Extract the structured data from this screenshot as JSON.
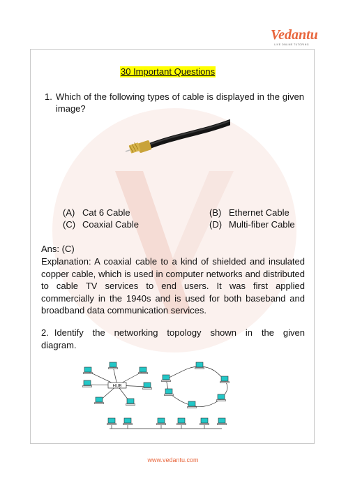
{
  "logo": {
    "word": "Vedantu",
    "tagline": "LIVE ONLINE TUTORING"
  },
  "title": "30 Important Questions",
  "q1": {
    "number": "1.",
    "text": "Which of the following types of cable is displayed in the given image?",
    "options": [
      {
        "letter": "(A)",
        "text": "Cat 6 Cable"
      },
      {
        "letter": "(B)",
        "text": "Ethernet Cable"
      },
      {
        "letter": "(C)",
        "text": "Coaxial Cable"
      },
      {
        "letter": "(D)",
        "text": "Multi-fiber Cable"
      }
    ],
    "answer": "Ans: (C)",
    "explanation": "Explanation: A coaxial cable to a kind of shielded and insulated copper cable, which is used in computer networks and distributed to cable TV services to end users. It was first applied commercially in the 1940s and is used for both baseband and broadband data communication services."
  },
  "q2": {
    "number": "2.",
    "text_start": "Identify the networking topology shown in the given",
    "text_end": "diagram.",
    "hub_label": "HUB"
  },
  "footer": {
    "url": "www.vedantu.com"
  },
  "colors": {
    "brand": "#e8663d",
    "highlight": "#ffff00",
    "screen": "#22c7c7"
  }
}
